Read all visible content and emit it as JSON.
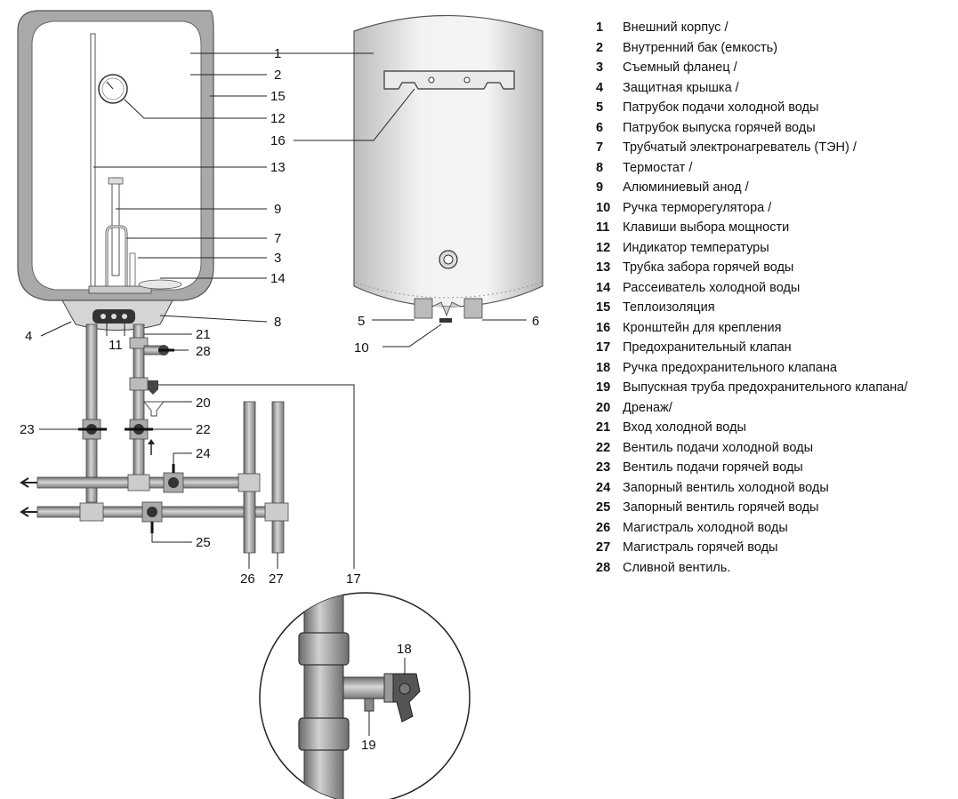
{
  "callouts": {
    "c1": "1",
    "c2": "2",
    "c3": "3",
    "c4": "4",
    "c5": "5",
    "c6": "6",
    "c7": "7",
    "c8": "8",
    "c9": "9",
    "c10": "10",
    "c11": "11",
    "c12": "12",
    "c13": "13",
    "c14": "14",
    "c15": "15",
    "c16": "16",
    "c17": "17",
    "c18": "18",
    "c19": "19",
    "c20": "20",
    "c21": "21",
    "c22": "22",
    "c23": "23",
    "c24": "24",
    "c25": "25",
    "c26": "26",
    "c27": "27",
    "c28": "28"
  },
  "legend": [
    {
      "num": "1",
      "text": "Внешний корпус /"
    },
    {
      "num": "2",
      "text": "Внутренний бак (емкость)"
    },
    {
      "num": "3",
      "text": "Съемный фланец /"
    },
    {
      "num": "4",
      "text": "Защитная крышка /"
    },
    {
      "num": "5",
      "text": "Патрубок подачи холодной воды"
    },
    {
      "num": "6",
      "text": "Патрубок выпуска горячей воды"
    },
    {
      "num": "7",
      "text": "Трубчатый электронагреватель (ТЭН) /"
    },
    {
      "num": "8",
      "text": "Термостат /"
    },
    {
      "num": "9",
      "text": "Алюминиевый анод /"
    },
    {
      "num": "10",
      "text": "Ручка терморегулятора /"
    },
    {
      "num": "11",
      "text": "Клавиши выбора мощности"
    },
    {
      "num": "12",
      "text": "Индикатор температуры"
    },
    {
      "num": "13",
      "text": "Трубка забора горячей воды"
    },
    {
      "num": "14",
      "text": "Рассеиватель холодной воды"
    },
    {
      "num": "15",
      "text": "Теплоизоляция"
    },
    {
      "num": "16",
      "text": "Кронштейн для крепления"
    },
    {
      "num": "17",
      "text": "Предохранительный клапан"
    },
    {
      "num": "18",
      "text": "Ручка предохранительного клапана"
    },
    {
      "num": "19",
      "text": "Выпускная труба предохранительного клапана/"
    },
    {
      "num": "20",
      "text": "Дренаж/"
    },
    {
      "num": "21",
      "text": "Вход холодной воды"
    },
    {
      "num": "22",
      "text": "Вентиль подачи холодной воды"
    },
    {
      "num": "23",
      "text": "Вентиль подачи горячей воды"
    },
    {
      "num": "24",
      "text": "Запорный вентиль холодной воды"
    },
    {
      "num": "25",
      "text": "Запорный вентиль горячей воды"
    },
    {
      "num": "26",
      "text": "Магистраль холодной воды"
    },
    {
      "num": "27",
      "text": "Магистраль горячей воды"
    },
    {
      "num": "28",
      "text": "Сливной вентиль."
    }
  ]
}
